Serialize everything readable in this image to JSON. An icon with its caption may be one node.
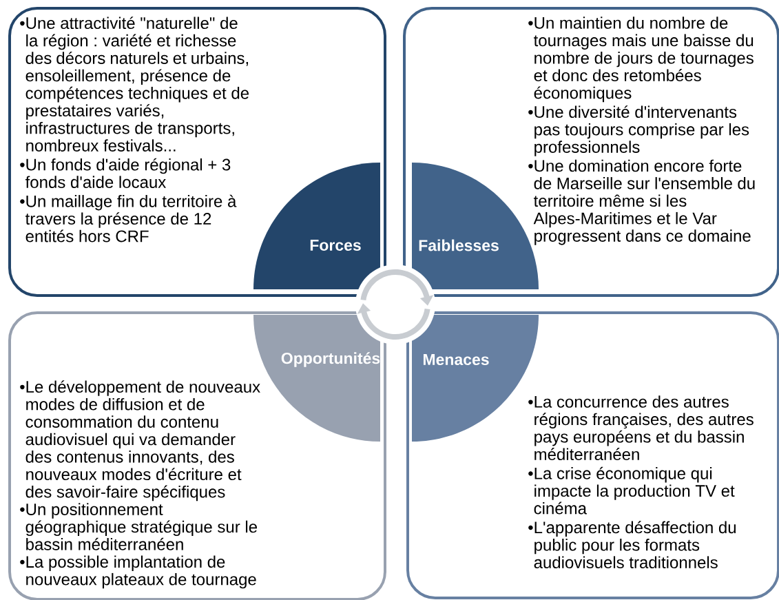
{
  "diagram": {
    "nodes": [
      {
        "text": [
          "•Une attractivité \"naturelle\" de la région : variété et richesse des décors naturels et urbains, ensoleillement, présence de compétences techniques et de prestataires variés, infrastructures de transports, nombreux festivals...",
          "•Un fonds d'aide régional + 3 fonds d'aide locaux",
          "•Un maillage fin du territoire à travers la présence de 12 entités hors CRF"
        ]
      },
      {
        "text": [
          "Forces"
        ],
        "in": 0
      },
      {
        "text": [
          "•Un maintien du nombre de tournages mais une baisse du nombre de jours de tournages et donc des retombées économiques",
          "•Une diversité d'intervenants pas toujours comprise par les professionnels",
          "•Une domination encore forte de Marseille sur l'ensemble du territoire même si les Alpes-Maritimes et le Var progressent dans ce domaine"
        ]
      },
      {
        "text": [
          "Faiblesses"
        ],
        "in": 2
      },
      {
        "text": [
          "•Le développement de nouveaux modes de diffusion et de consommation du contenu audiovisuel qui va demander des contenus innovants, des nouveaux modes d'écriture et des savoir-faire spécifiques",
          "•Un positionnement géographique stratégique sur le bassin méditerranéen",
          "•La possible implantation de nouveaux plateaux de tournage"
        ]
      },
      {
        "text": [
          "Opportunités"
        ],
        "in": 4
      },
      {
        "text": [
          "•La concurrence des autres régions françaises, des autres pays européens et du bassin méditerranéen",
          "•La crise économique qui impacte la production TV et cinéma",
          "•L'apparente désaffection du public pour les formats audiovisuels traditionnels"
        ]
      },
      {
        "text": [
          "Menaces"
        ],
        "in": 6
      }
    ]
  }
}
